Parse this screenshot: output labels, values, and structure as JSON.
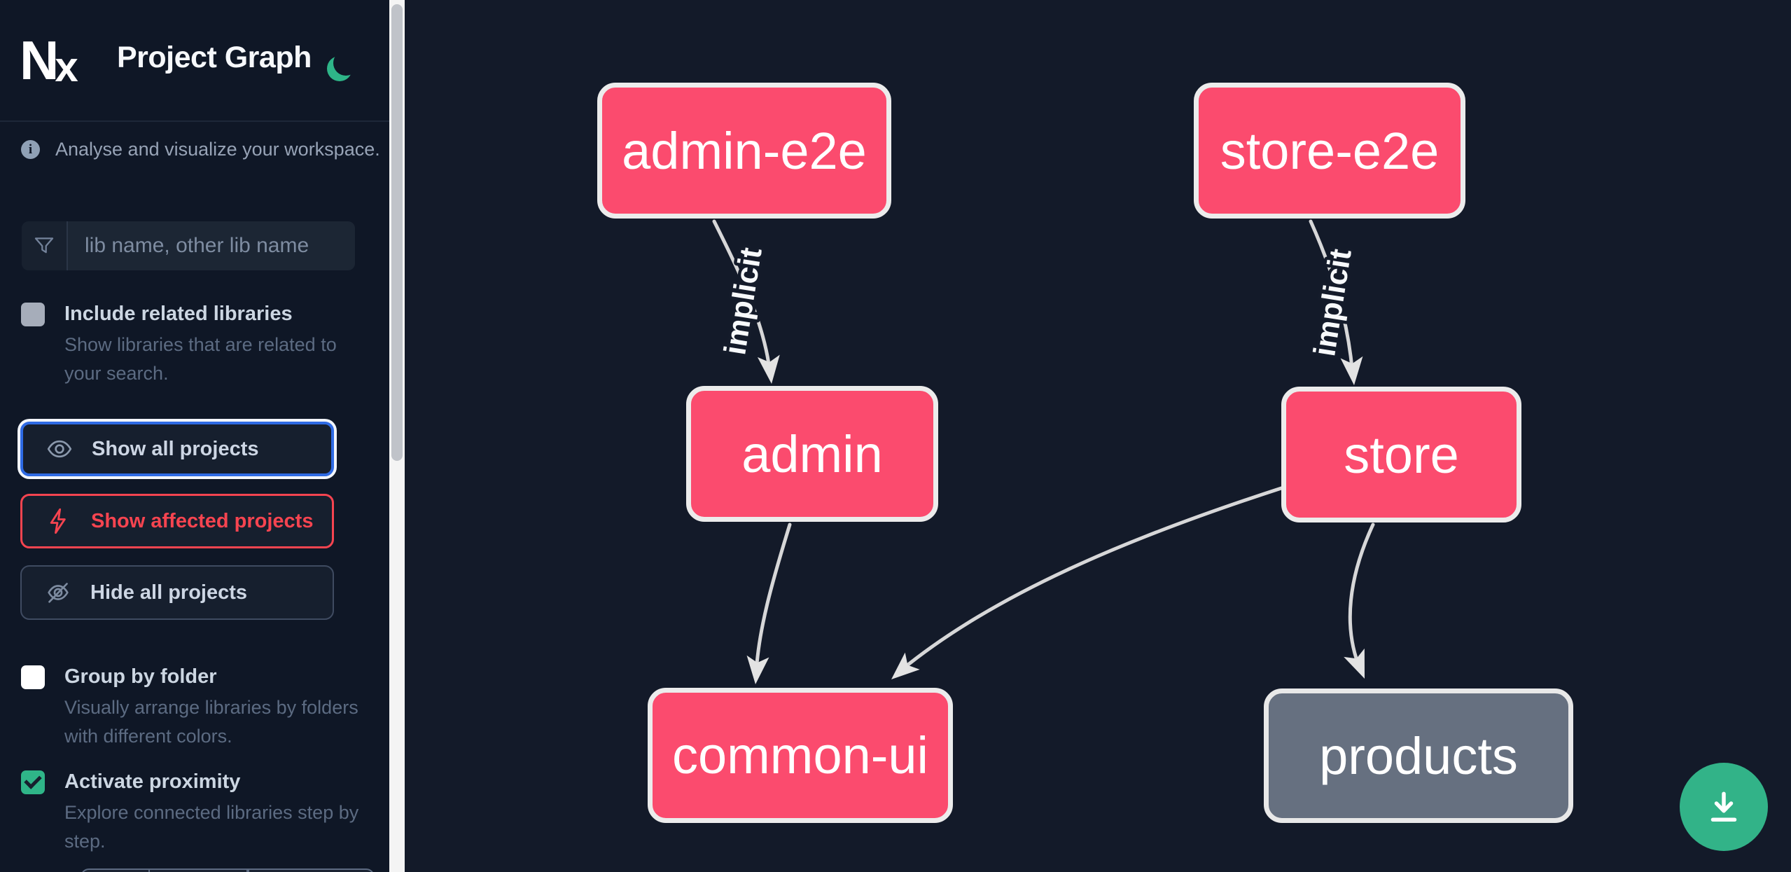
{
  "header": {
    "logo": "N",
    "logo_x": "x",
    "title": "Project Graph",
    "theme_icon": "moon"
  },
  "sidebar": {
    "tagline": "Analyse and visualize your workspace.",
    "search": {
      "placeholder": "lib name, other lib name",
      "value": ""
    },
    "toggles": [
      {
        "label": "Include related libraries",
        "description": "Show libraries that are related to your search.",
        "checked": false
      },
      {
        "label": "Group by folder",
        "description": "Visually arrange libraries by folders with different colors.",
        "checked": false
      },
      {
        "label": "Activate proximity",
        "description": "Explore connected libraries step by step.",
        "checked": true
      }
    ],
    "buttons": [
      {
        "label": "Show all projects",
        "icon": "eye",
        "state": "focused"
      },
      {
        "label": "Show affected projects",
        "icon": "bolt",
        "state": "affected"
      },
      {
        "label": "Hide all projects",
        "icon": "eye-slash",
        "state": "default"
      }
    ]
  },
  "graph": {
    "nodes": [
      {
        "id": "admin-e2e",
        "label": "admin-e2e",
        "style": "highlighted"
      },
      {
        "id": "store-e2e",
        "label": "store-e2e",
        "style": "highlighted"
      },
      {
        "id": "admin",
        "label": "admin",
        "style": "highlighted"
      },
      {
        "id": "store",
        "label": "store",
        "style": "highlighted"
      },
      {
        "id": "common-ui",
        "label": "common-ui",
        "style": "highlighted"
      },
      {
        "id": "products",
        "label": "products",
        "style": "muted"
      }
    ],
    "edges": [
      {
        "from": "admin-e2e",
        "to": "admin",
        "label": "implicit"
      },
      {
        "from": "store-e2e",
        "to": "store",
        "label": "implicit"
      },
      {
        "from": "admin",
        "to": "common-ui",
        "label": ""
      },
      {
        "from": "store",
        "to": "common-ui",
        "label": ""
      },
      {
        "from": "store",
        "to": "products",
        "label": ""
      }
    ]
  },
  "fab": {
    "icon": "download"
  },
  "colors": {
    "sidebar_bg": "#0f1726",
    "canvas_bg": "#131a29",
    "node_highlight": "#fb4b6e",
    "node_muted": "#667080",
    "node_border": "#ececec",
    "edge": "#dedede",
    "accent_green": "#2fb588",
    "fab_green": "#32b388",
    "focus_blue": "#2e6ae4",
    "affected_red": "#f64450",
    "text_primary": "#f6f8fb",
    "text_secondary": "#97a3b6",
    "text_muted": "#5c6b82"
  }
}
